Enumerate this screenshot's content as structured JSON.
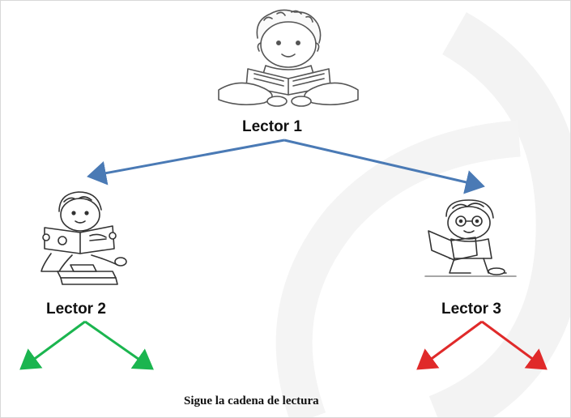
{
  "diagram": {
    "nodes": [
      {
        "id": "lector1",
        "label": "Lector 1",
        "illustration": "child-reading-book-cross-legged"
      },
      {
        "id": "lector2",
        "label": "Lector 2",
        "illustration": "child-reading-book-sitting-with-books"
      },
      {
        "id": "lector3",
        "label": "Lector 3",
        "illustration": "child-with-glasses-reading-book"
      }
    ],
    "edges": [
      {
        "from": "lector1",
        "to": "lector2",
        "color": "#4a7ab5"
      },
      {
        "from": "lector1",
        "to": "lector3",
        "color": "#4a7ab5"
      },
      {
        "from": "lector2",
        "to": "next-left",
        "color": "#1bb54f"
      },
      {
        "from": "lector2",
        "to": "next-right",
        "color": "#1bb54f"
      },
      {
        "from": "lector3",
        "to": "next-left",
        "color": "#e02a2a"
      },
      {
        "from": "lector3",
        "to": "next-right",
        "color": "#e02a2a"
      }
    ],
    "caption": "Sigue la cadena de lectura"
  },
  "colors": {
    "blue_arrow": "#4a7ab5",
    "green_arrow": "#1bb54f",
    "red_arrow": "#e02a2a",
    "text": "#111111"
  }
}
